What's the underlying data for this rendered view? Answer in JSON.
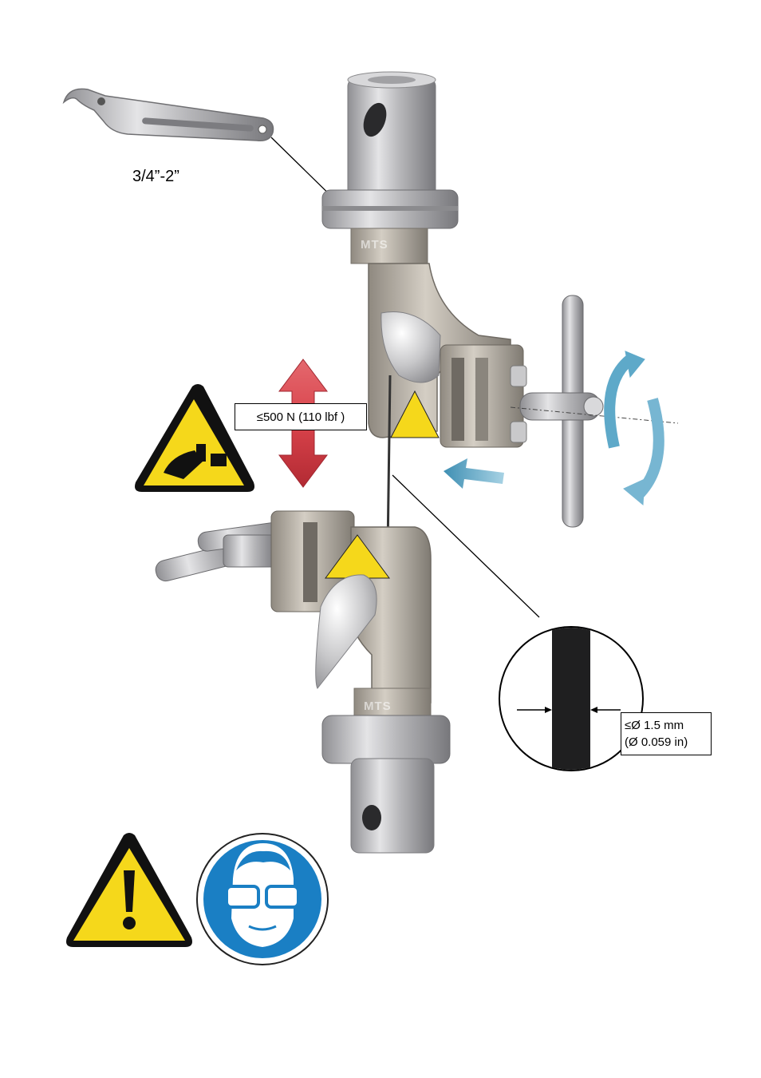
{
  "wrench": {
    "size_label": "3/4”-2”"
  },
  "force_limit": {
    "label": "≤500 N (110 lbf )"
  },
  "specimen_diameter": {
    "line1": "≤Ø 1.5 mm",
    "line2": "(Ø 0.059 in)"
  },
  "brand_marks": {
    "upper": "MTS",
    "lower": "MTS"
  },
  "icons": {
    "wrench": "hook-spanner-icon",
    "crush": "hand-crush-warning-icon",
    "general": "general-warning-icon",
    "eye": "eye-protection-mandatory-icon",
    "force": "vertical-force-arrow-icon",
    "rotate": "rotation-arrows-icon",
    "insert": "insert-direction-arrow-icon"
  },
  "colors": {
    "warning_yellow": "#f5d81b",
    "mandatory_blue": "#1a7fc4",
    "force_arrow_red": "#d9434b",
    "rotate_arrow_blue": "#5ea9c9",
    "metal": "#b9b9bb"
  }
}
